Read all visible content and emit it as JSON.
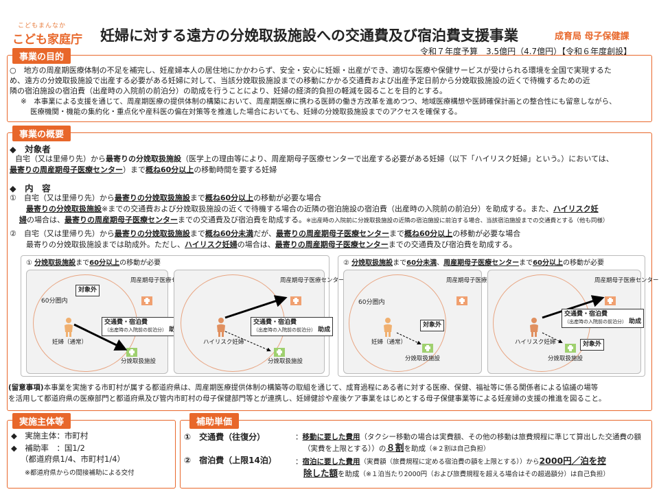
{
  "header": {
    "logo_small": "こどもまんなか",
    "logo": "こども家庭庁",
    "title": "妊婦に対する遠方の分娩取扱施設への交通費及び宿泊費支援事業",
    "dept": "成育局 母子保健課",
    "budget": "令和７年度予算　3.5億円（4.7億円）【令和６年度創設】"
  },
  "purpose": {
    "tag": "事業の目的",
    "l1": "○　地方の周産期医療体制の不足を補完し、妊産婦本人の居住地にかかわらず、安全・安心に妊娠・出産ができ、適切な医療や保健サービスが受けられる環境を全国で実現するた",
    "l2": "め、遠方の分娩取扱施設で出産する必要がある妊婦に対して、当該分娩取扱施設までの移動にかかる交通費および出産予定日前から分娩取扱施設の近くで待機するための近",
    "l3": "隣の宿泊施設の宿泊費（出産時の入院前の前泊分）の助成を行うことにより、妊婦の経済的負担の軽減を図ることを目的とする。",
    "n1": "※　本事業による支援を通じて、周産期医療の提供体制の構築において、周産期医療に携わる医師の働き方改革を進めつつ、地域医療構想や医師確保計画との整合性にも留意しながら、",
    "n2": "医療機関・機能の集約化・重点化や産科医の偏在対策等を推進した場合においても、妊婦の分娩取扱施設までのアクセスを確保する。"
  },
  "overview": {
    "tag": "事業の概要",
    "target_h": "◆　対象者",
    "t1a": "自宅（又は里帰り先）から",
    "t1b": "最寄りの分娩取扱施設",
    "t1c": "（医学上の理由等により、周産期母子医療センターで出産する必要がある妊婦（以下「ハイリスク妊婦」という。）においては、",
    "t2a": "最寄りの周産期母子医療センター",
    "t2b": "）まで",
    "t2c": "概ね60分以上",
    "t2d": "の移動時間を要する妊婦",
    "content_h": "◆　内　容",
    "c1a": "①　自宅（又は里帰り先）から",
    "c1b": "最寄りの分娩取扱施設",
    "c1c": "まで",
    "c1d": "概ね60分以上",
    "c1e": "の移動が必要な場合",
    "c2a": "最寄りの分娩取扱施設",
    "c2b": "※までの交通費および分娩取扱施設の近くで待機する場合の近隣の宿泊施設の宿泊費（出産時の入院前の前泊分）を助成する。また、",
    "c2c": "ハイリスク妊",
    "c3a": "婦",
    "c3b": "の場合は、",
    "c3c": "最寄りの周産期母子医療センター",
    "c3d": "までの交通費及び宿泊費を助成する。",
    "c3e": "※出産時の入院前に分娩取扱施設の近隣の宿泊施設に前泊する場合、当該宿泊施設までの交通費とする（他も同様）",
    "c4a": "②　自宅（又は里帰り先）から",
    "c4b": "最寄りの分娩取扱施設",
    "c4c": "まで",
    "c4d": "概ね60分未満",
    "c4e": "だが、",
    "c4f": "最寄りの周産期母子医療センター",
    "c4g": "まで",
    "c4h": "概ね60分以上",
    "c4i": "の移動が必要な場合",
    "c5a": "最寄りの分娩取扱施設までは助成外。ただし、",
    "c5b": "ハイリスク妊婦",
    "c5c": "の場合は、",
    "c5d": "最寄りの周産期母子医療センター",
    "c5e": "までの交通費及び宿泊費を助成する。"
  },
  "diagram1": {
    "title_a": "①",
    "title_b": "分娩取扱施設",
    "title_c": "まで",
    "title_d": "60分以上",
    "title_e": "の移動が必要",
    "center": "周産期母子医療センター",
    "facility": "分娩取扱施設",
    "zone": "60分圏内",
    "normal": "妊婦（通常）",
    "high": "ハイリスク妊婦",
    "out": "対象外",
    "aid1": "交通費・宿泊費",
    "aid2": "（出産時の入院前の前泊分）",
    "aid3": "助成"
  },
  "diagram2": {
    "title_a": "②",
    "title_b": "分娩取扱施設",
    "title_c": "まで",
    "title_d": "60分未満",
    "title_e": "、",
    "title_f": "周産期母子医療センター",
    "title_g": "まで",
    "title_h": "60分以上",
    "title_i": "の移動が必要",
    "center": "周産期母子医療センター",
    "facility": "分娩取扱施設",
    "zone": "60分圏内",
    "normal": "妊婦（通常）",
    "high": "ハイリスク妊婦",
    "out": "対象外",
    "aid1": "交通費・宿泊費",
    "aid2": "（出産時の入院前の前泊分）",
    "aid3": "助成"
  },
  "note": {
    "l1a": "(留意事項)",
    "l1b": "本事業を実施する市町村が属する都道府県は、周産期医療提供体制の構築等の取組を通じて、成育過程にある者に対する医療、保健、福祉等に係る関係者による協議の場等",
    "l2": "を活用して都道府県の医療部門と都道府県及び管内市町村の母子保健部門等とが連携し、妊婦健診や産後ケア事業をはじめとする母子保健事業等による妊産婦の支援の推進を図ること。"
  },
  "implementer": {
    "tag": "実施主体等",
    "l1": "◆　実施主体：市町村",
    "l2": "◆　補助率　：国1/2",
    "l3": "（都道府県1/4、市町村1/4）",
    "l4": "※都道府県からの間接補助による交付"
  },
  "unit": {
    "tag": "補助単価",
    "r1": "①　交通費（往復分）",
    "r1a": "：",
    "r1b": "移動に要した費用",
    "r1c": "（タクシー移動の場合は実費額、その他の移動は旅費規程に準じて算出した交通費の額",
    "r1d": "（実費を上限とする））の",
    "r1e": "８割",
    "r1f": "を助成",
    "r1g": "（※２割は自己負担）",
    "r2": "②　宿泊費（上限14泊）",
    "r2a": "：",
    "r2b": "宿泊に要した費用",
    "r2c": "（実費額（旅費規程に定める宿泊費の額を上限とする））から",
    "r2d": "2000円／泊を控",
    "r2e": "除した額",
    "r2f": "を助成",
    "r2g": "（※１泊当たり2000円（および旅費規程を超える場合はその超過額分）は自己負担）"
  }
}
